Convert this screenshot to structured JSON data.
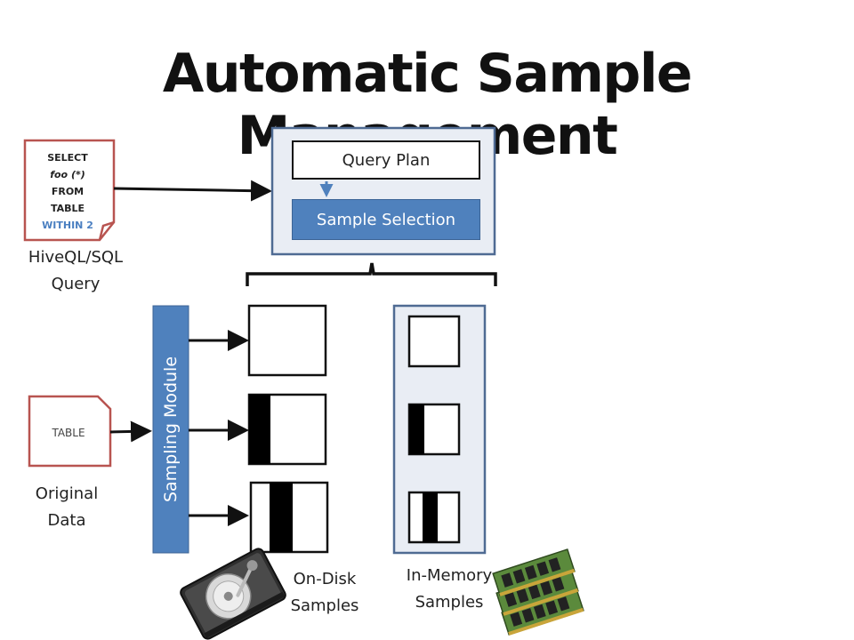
{
  "title": "Automatic Sample Management",
  "query_doc": {
    "line1": "SELECT",
    "line2": "foo (*)",
    "line3": "FROM",
    "line4": "TABLE",
    "line5": "WITHIN 2"
  },
  "table_doc": {
    "text": "TABLE"
  },
  "labels": {
    "hiveql_line1": "HiveQL/SQL",
    "hiveql_line2": "Query",
    "original_line1": "Original",
    "original_line2": "Data",
    "ondisk_line1": "On-Disk",
    "ondisk_line2": "Samples",
    "inmemory_line1": "In-Memory",
    "inmemory_line2": "Samples"
  },
  "query_plan": "Query Plan",
  "sample_selection": "Sample Selection",
  "sampling_module": "Sampling Module",
  "colors": {
    "accent_blue": "#4f81bd",
    "panel_fill": "#e9edf4",
    "doc_border": "#b85450",
    "ram_green": "#5b8a3c"
  },
  "icons": {
    "hard_drive": "hard-drive-icon",
    "ram": "ram-module-icon"
  }
}
